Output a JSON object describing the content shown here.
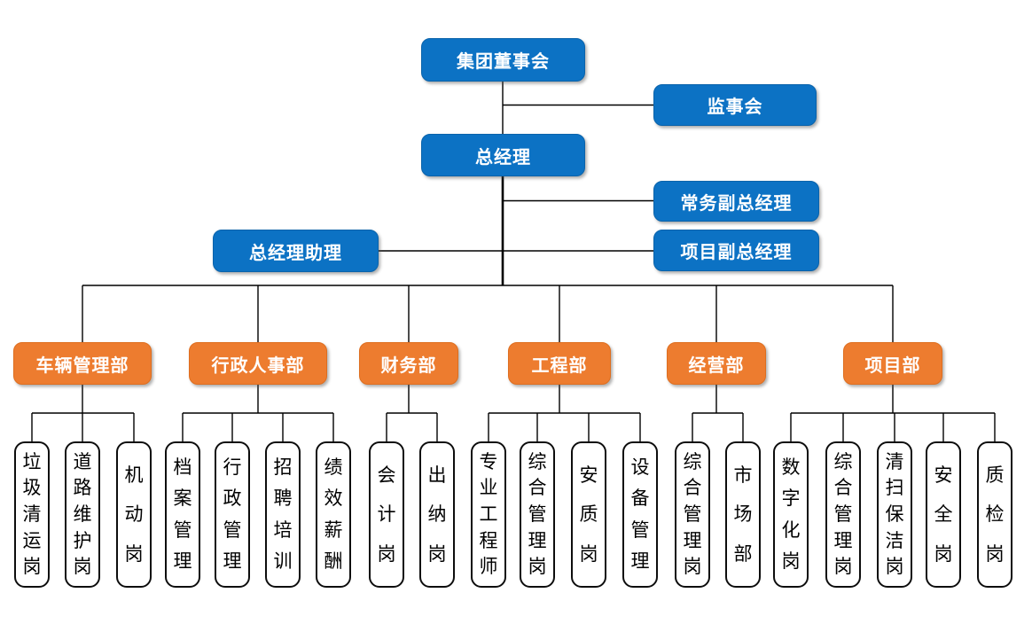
{
  "colors": {
    "primary_blue": "#0C72C4",
    "accent_orange": "#ED7C2F",
    "leaf_background": "#FFFFFF",
    "leaf_border": "#0D0D0D",
    "connector_line": "#000000",
    "node_text": "#FFFFFF"
  },
  "executive": {
    "board": "集团董事会",
    "supervisory": "监事会",
    "general_manager": "总经理",
    "executive_vice_gm": "常务副总经理",
    "gm_assistant": "总经理助理",
    "project_vice_gm": "项目副总经理"
  },
  "departments": [
    {
      "label": "车辆管理部",
      "positions": [
        "垃圾清运岗",
        "道路维护岗",
        "机动岗"
      ]
    },
    {
      "label": "行政人事部",
      "positions": [
        "档案管理",
        "行政管理",
        "招聘培训",
        "绩效薪酬"
      ]
    },
    {
      "label": "财务部",
      "positions": [
        "会计岗",
        "出纳岗"
      ]
    },
    {
      "label": "工程部",
      "positions": [
        "专业工程师",
        "综合管理岗",
        "安质岗",
        "设备管理"
      ]
    },
    {
      "label": "经营部",
      "positions": [
        "综合管理岗",
        "市场部"
      ]
    },
    {
      "label": "项目部",
      "positions": [
        "数字化岗",
        "综合管理岗",
        "清扫保洁岗",
        "安全岗",
        "质检岗"
      ]
    }
  ]
}
